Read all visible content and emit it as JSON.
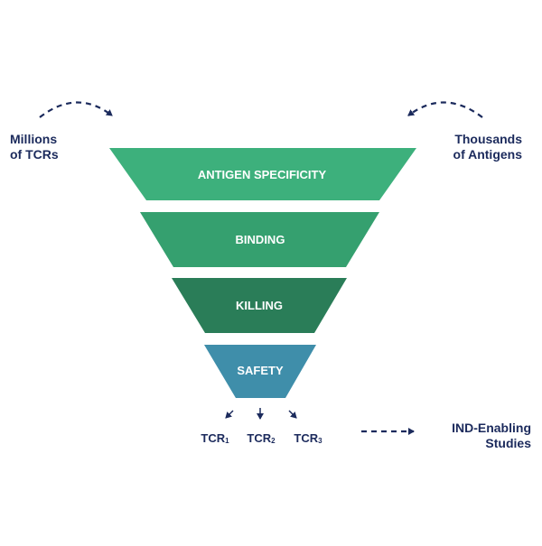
{
  "funnel": {
    "stages": [
      {
        "label": "ANTIGEN SPECIFICITY",
        "color": "#3db07c"
      },
      {
        "label": "BINDING",
        "color": "#35a06f"
      },
      {
        "label": "KILLING",
        "color": "#2a7d58"
      },
      {
        "label": "SAFETY",
        "color": "#3f8eaa"
      }
    ]
  },
  "annotations": {
    "left_line1": "Millions",
    "left_line2": "of TCRs",
    "right_line1": "Thousands",
    "right_line2": "of Antigens",
    "bottom_line1": "IND-Enabling",
    "bottom_line2": "Studies"
  },
  "tcrs": [
    {
      "base": "TCR",
      "sub": "1"
    },
    {
      "base": "TCR",
      "sub": "2"
    },
    {
      "base": "TCR",
      "sub": "3"
    }
  ],
  "colors": {
    "text_navy": "#1b2a5c",
    "arrow_navy": "#1b2a5c"
  }
}
